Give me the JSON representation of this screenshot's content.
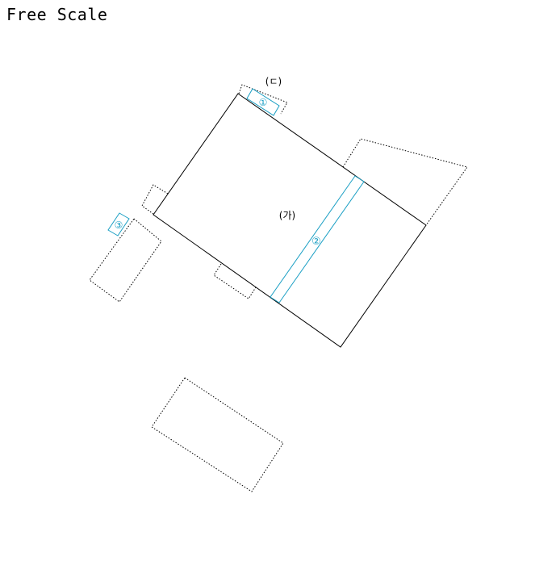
{
  "header": {
    "scale_text": "Free Scale"
  },
  "labels": {
    "main_lot": "(가)",
    "top_lot": "(ㄷ)"
  },
  "markers": {
    "one": "①",
    "two": "②",
    "three": "③"
  },
  "colors": {
    "outline": "#000000",
    "marker": "#1a9fc4"
  }
}
